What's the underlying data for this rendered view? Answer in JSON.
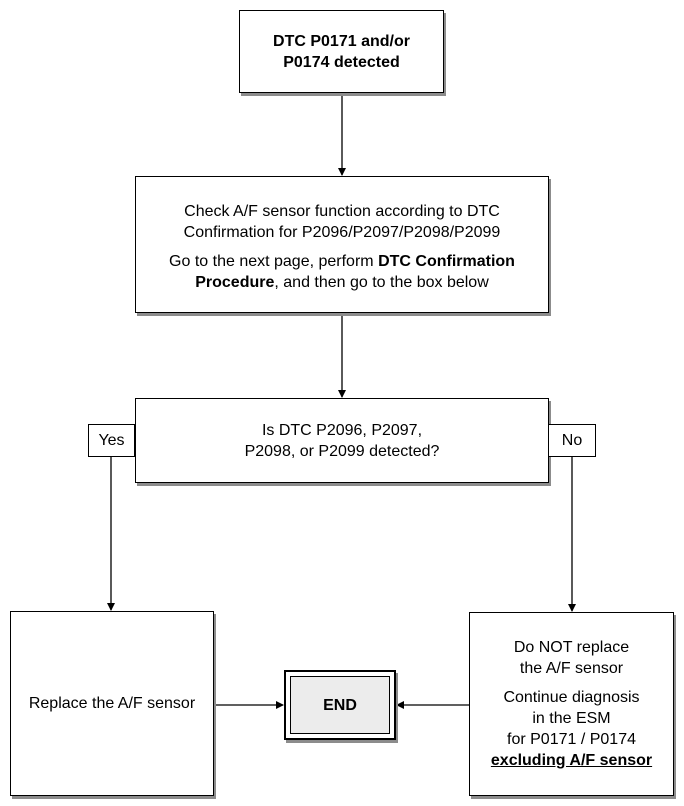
{
  "start_box": {
    "line1": "DTC P0171 and/or",
    "line2": "P0174 detected"
  },
  "check_box": {
    "line1": "Check A/F sensor function according to DTC",
    "line2": "Confirmation for P2096/P2097/P2098/P2099",
    "para2_prefix": "Go to the next page, perform ",
    "para2_bold": "DTC Confirmation Procedure",
    "para2_suffix": ", and then go to the box below"
  },
  "decision_box": {
    "line1": "Is DTC P2096, P2097,",
    "line2": "P2098, or P2099 detected?"
  },
  "branches": {
    "yes_label": "Yes",
    "no_label": "No"
  },
  "replace_box": {
    "text": "Replace the A/F sensor"
  },
  "end_box": {
    "text": "END"
  },
  "no_replace_box": {
    "line1": "Do NOT replace",
    "line2": "the A/F sensor",
    "line3": "Continue diagnosis",
    "line4": "in the ESM",
    "line5": "for P0171 / P0174",
    "line6": "excluding A/F sensor"
  }
}
